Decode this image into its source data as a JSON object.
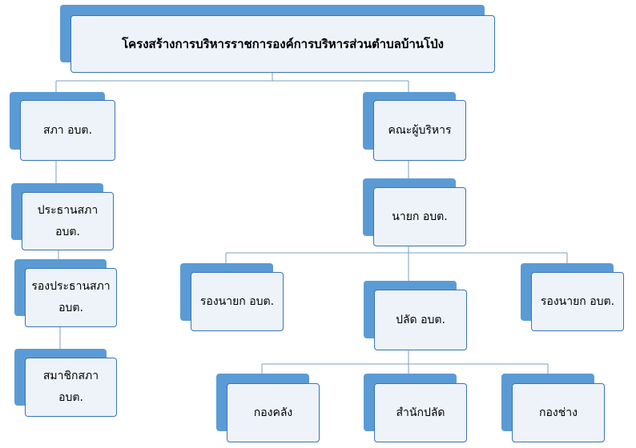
{
  "colors": {
    "shadow_fill": "#5b9bd5",
    "card_fill": "#eef3fa",
    "card_border": "#3a73b5",
    "connector": "#7f9fbf"
  },
  "title": "โครงสร้างการบริหารราชการองค์การบริหารส่วนตำบลบ้านโป่ง",
  "council": {
    "label": "สภา อบต.",
    "chairman": "ประธานสภา อบต.",
    "vice_chairman": "รองประธานสภา อบต.",
    "members": "สมาชิกสภา อบต."
  },
  "executive": {
    "label": "คณะผู้บริหาร",
    "mayor": "นายก อบต.",
    "deputy_mayor_left": "รองนายก อบต.",
    "deputy_mayor_right": "รองนายก อบต.",
    "chief_administrator": "ปลัด อบต.",
    "divisions": {
      "finance": "กองคลัง",
      "office": "สำนักปลัด",
      "engineering": "กองช่าง"
    }
  }
}
